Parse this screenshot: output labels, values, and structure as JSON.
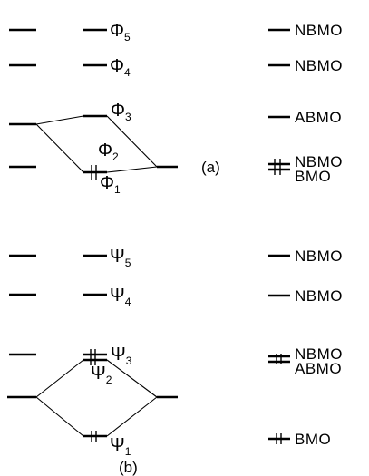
{
  "panel_a": {
    "tag": "(a)",
    "orbitals": [
      {
        "symbol": "Φ",
        "index": "5",
        "right_label": "NBMO"
      },
      {
        "symbol": "Φ",
        "index": "4",
        "right_label": "NBMO"
      },
      {
        "symbol": "Φ",
        "index": "3",
        "right_label": "ABMO"
      },
      {
        "symbol": "Φ",
        "index": "2",
        "right_label": "NBMO"
      },
      {
        "symbol": "Φ",
        "index": "1",
        "right_label": "BMO"
      }
    ]
  },
  "panel_b": {
    "tag": "(b)",
    "orbitals": [
      {
        "symbol": "Ψ",
        "index": "5",
        "right_label": "NBMO"
      },
      {
        "symbol": "Ψ",
        "index": "4",
        "right_label": "NBMO"
      },
      {
        "symbol": "Ψ",
        "index": "3",
        "right_label": "NBMO"
      },
      {
        "symbol": "Ψ",
        "index": "2",
        "right_label": "ABMO"
      },
      {
        "symbol": "Ψ",
        "index": "1",
        "right_label": "BMO"
      }
    ]
  }
}
